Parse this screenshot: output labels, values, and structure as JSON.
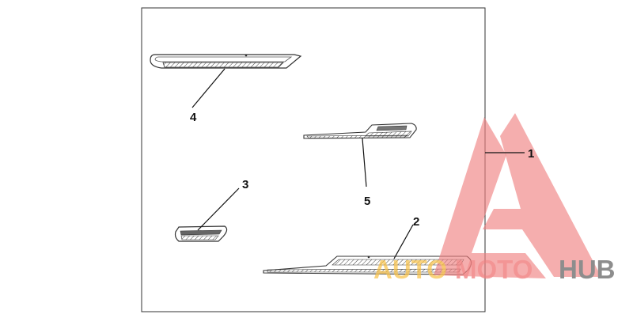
{
  "diagram": {
    "callouts": [
      {
        "id": "1",
        "label": "1"
      },
      {
        "id": "2",
        "label": "2"
      },
      {
        "id": "3",
        "label": "3"
      },
      {
        "id": "4",
        "label": "4"
      },
      {
        "id": "5",
        "label": "5"
      }
    ]
  },
  "watermark": {
    "word_auto": "AUTO",
    "word_moto": "MOTO",
    "word_hub": "HUB",
    "colors": {
      "triangle": "#f08080",
      "auto": "#f8c24a",
      "moto": "#f08080",
      "hub": "#7a7a7a"
    }
  }
}
